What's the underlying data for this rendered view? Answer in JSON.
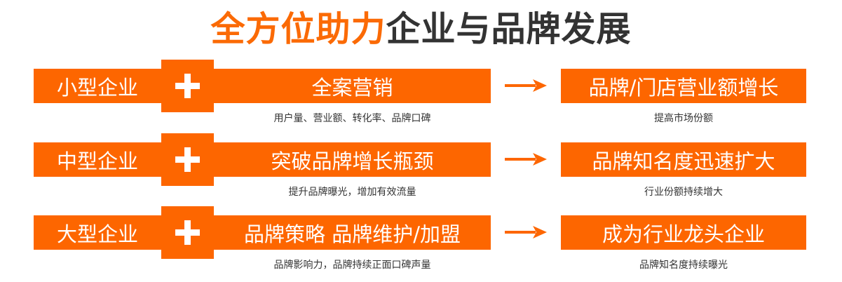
{
  "title": {
    "highlight": "全方位助力",
    "rest": "企业与品牌发展"
  },
  "rows": [
    {
      "segment": "小型企业",
      "strategy": "全案营销",
      "strategy_note": "用户量、营业额、转化率、品牌口碑",
      "result": "品牌/门店营业额增长",
      "result_note": "提高市场份额"
    },
    {
      "segment": "中型企业",
      "strategy": "突破品牌增长瓶颈",
      "strategy_note": "提升品牌曝光，增加有效流量",
      "result": "品牌知名度迅速扩大",
      "result_note": "行业份额持续增大"
    },
    {
      "segment": "大型企业",
      "strategy": "品牌策略 品牌维护/加盟",
      "strategy_note": "品牌影响力，品牌持续正面口碑声量",
      "result": "成为行业龙头企业",
      "result_note": "品牌知名度持续曝光"
    }
  ],
  "colors": {
    "accent": "#fd6600",
    "text": "#333333"
  }
}
